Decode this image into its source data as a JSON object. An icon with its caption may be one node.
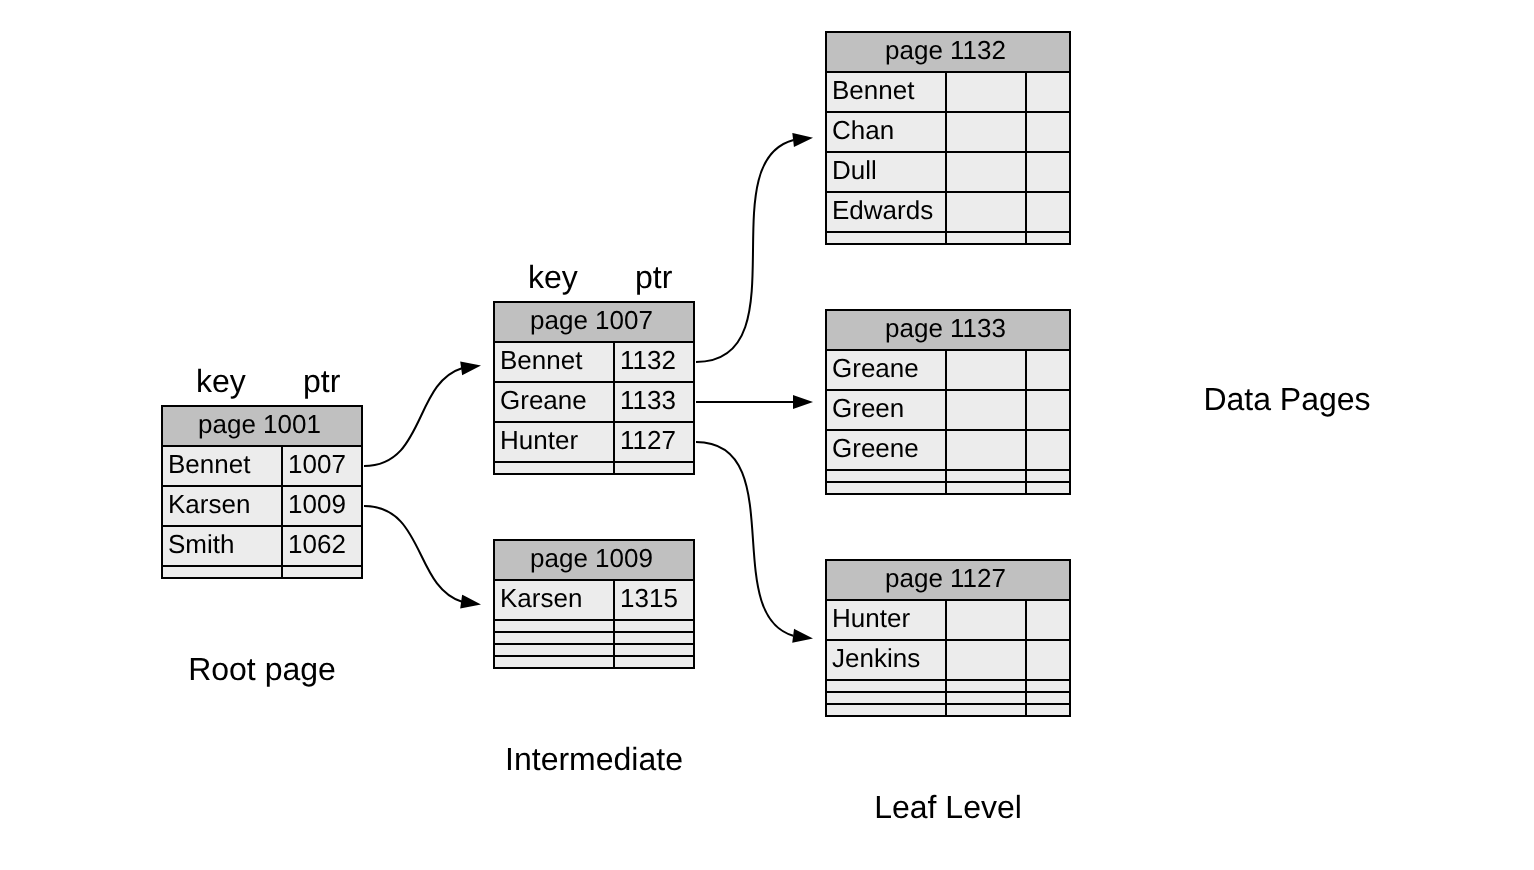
{
  "diagram": {
    "nodes": [
      {
        "text": [
          "page 1001",
          "Bennet",
          "1007",
          "Karsen",
          "1009",
          "Smith",
          "1062"
        ],
        "beside": [
          "key",
          "ptr"
        ]
      },
      {
        "text": [
          "page 1007",
          "Bennet",
          "1132",
          "Greane",
          "1133",
          "Hunter",
          "1127"
        ],
        "beside": [
          "key",
          "ptr"
        ]
      },
      {
        "text": [
          "page 1009",
          "Karsen",
          "1315"
        ]
      },
      {
        "text": [
          "page 1132",
          "Bennet",
          "Chan",
          "Dull",
          "Edwards"
        ]
      },
      {
        "text": [
          "page 1133",
          "Greane",
          "Green",
          "Greene"
        ]
      },
      {
        "text": [
          "page 1127",
          "Hunter",
          "Jenkins"
        ]
      }
    ],
    "edges": [
      {
        "from": 0,
        "to": 1,
        "arrow": "to"
      },
      {
        "from": 0,
        "to": 2,
        "arrow": "to"
      },
      {
        "from": 1,
        "to": 3,
        "arrow": "to"
      },
      {
        "from": 1,
        "to": 4,
        "arrow": "to"
      },
      {
        "from": 1,
        "to": 5,
        "arrow": "to"
      }
    ],
    "labels": [
      "Root page",
      "Intermediate",
      "Leaf Level",
      "Data Pages"
    ]
  }
}
